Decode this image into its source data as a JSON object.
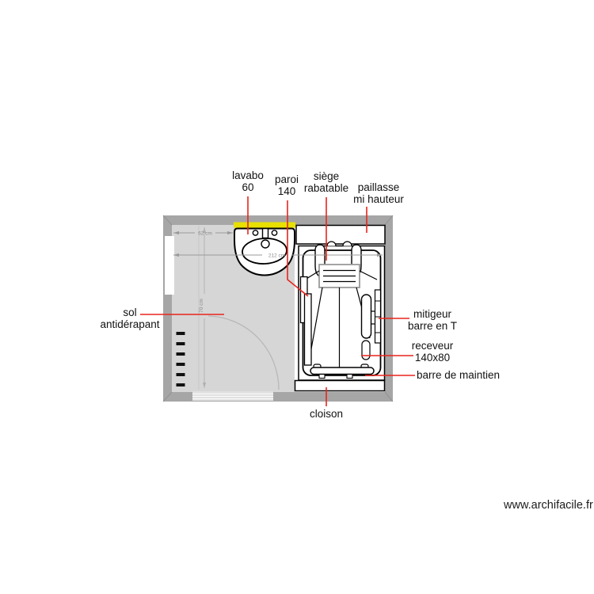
{
  "plan": {
    "labels": {
      "lavabo": {
        "l1": "lavabo",
        "l2": "60"
      },
      "paroi": {
        "l1": "paroi",
        "l2": "140"
      },
      "siege": {
        "l1": "siège",
        "l2": "rabatable"
      },
      "paillasse": {
        "l1": "paillasse",
        "l2": "mi hauteur"
      },
      "sol": {
        "l1": "sol",
        "l2": "antidérapant"
      },
      "mitigeur": {
        "l1": "mitigeur",
        "l2": "barre en T"
      },
      "receveur": {
        "l1": "receveur",
        "l2": "140x80"
      },
      "barre_maintien": {
        "l1": "barre de maintien"
      },
      "cloison": {
        "l1": "cloison"
      }
    },
    "dimensions": {
      "width_left": "62 cm",
      "width_total": "212 cm",
      "height_left": "70 cm"
    },
    "colors": {
      "wall": "#a6a6a6",
      "floor": "#d6d6d6",
      "highlight_yellow": "#e8e000",
      "leader_red": "#e8251d"
    }
  },
  "watermark": "www.archifacile.fr"
}
